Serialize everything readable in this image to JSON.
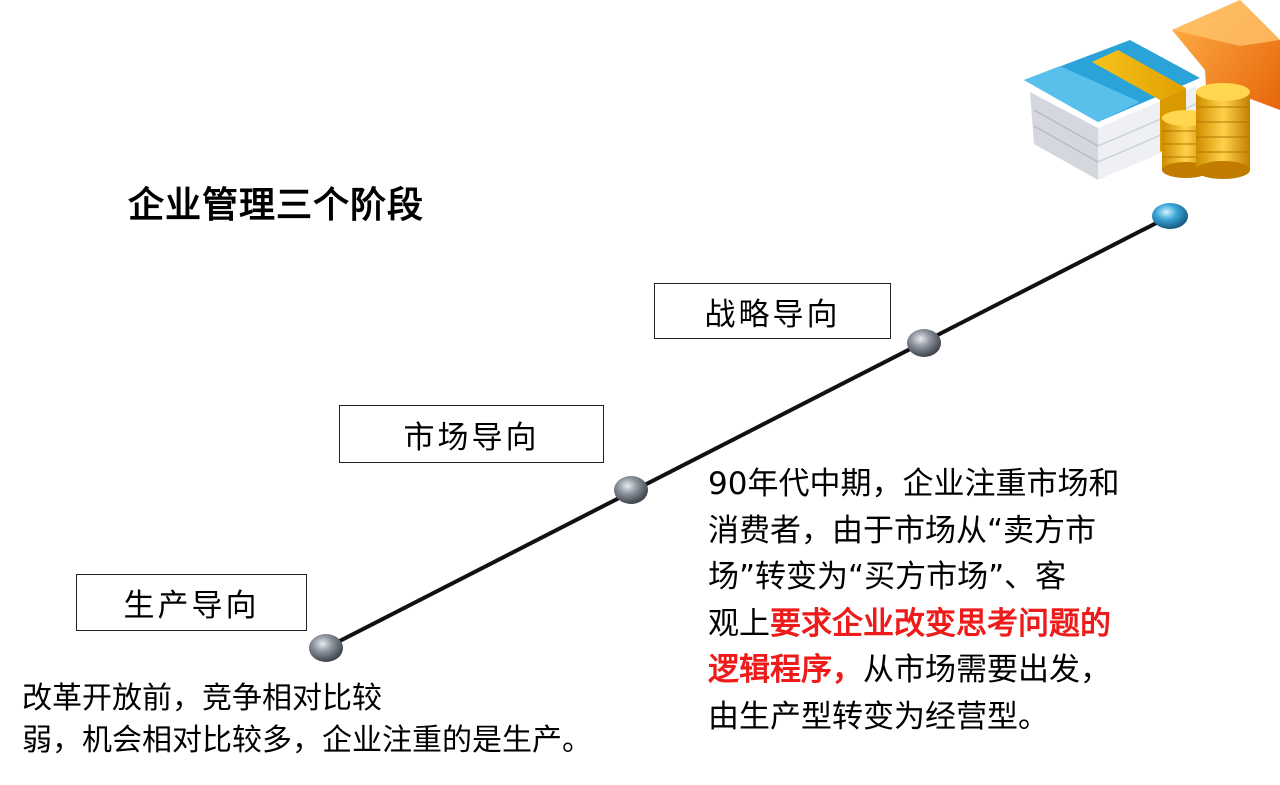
{
  "title": "企业管理三个阶段",
  "stages": [
    {
      "label": "生产导向"
    },
    {
      "label": "市场导向"
    },
    {
      "label": "战略导向"
    }
  ],
  "descriptions": {
    "production": {
      "line1": "改革开放前，竞争相对比较",
      "line2": "弱，机会相对比较多，企业注重的是生产。"
    },
    "market": {
      "line1": "90年代中期，企业注重市场和",
      "line2": "消费者，由于市场从“卖方市",
      "line3": "场”转变为“买方市场”、客",
      "line4_plain": "观上",
      "line4_highlight": "要求企业改变思考问题的",
      "line5_highlight": "逻辑程序，",
      "line5_plain": "从市场需要出发，",
      "line6": "由生产型转变为经营型。"
    }
  },
  "colors": {
    "highlight": "#ee1b1b",
    "line": "#111111",
    "node_gray": "#7d8490",
    "node_blue": "#3aa6d8",
    "money_blue": "#2aa3d9",
    "coin_gold": "#f2b50f",
    "arrow_orange": "#f07a12"
  },
  "icons": {
    "money": "money-stack-with-coins-and-growth-arrow-icon"
  }
}
